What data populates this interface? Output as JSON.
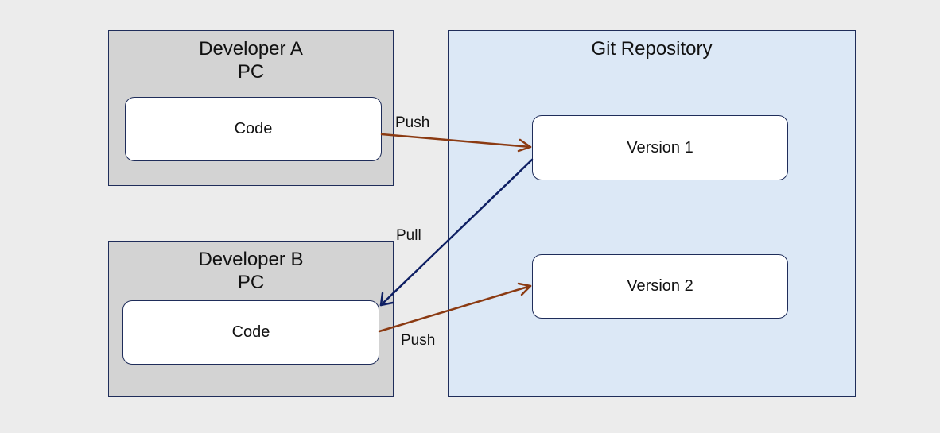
{
  "nodes": {
    "developer_a": {
      "title_line1": "Developer A",
      "title_line2": "PC",
      "code_label": "Code"
    },
    "developer_b": {
      "title_line1": "Developer B",
      "title_line2": "PC",
      "code_label": "Code"
    },
    "repository": {
      "title": "Git Repository",
      "version_1": "Version 1",
      "version_2": "Version 2"
    }
  },
  "edges": [
    {
      "from": "developer_a.code",
      "to": "repository.version_1",
      "label": "Push",
      "color": "#8b3a12"
    },
    {
      "from": "repository.version_1",
      "to": "developer_b.code",
      "label": "Pull",
      "color": "#0e1f63"
    },
    {
      "from": "developer_b.code",
      "to": "repository.version_2",
      "label": "Push",
      "color": "#8b3a12"
    }
  ],
  "colors": {
    "background": "#ececec",
    "pc_fill": "#d3d3d3",
    "repo_fill": "#dce8f6",
    "box_fill": "#ffffff",
    "border": "#1f2d5a"
  }
}
